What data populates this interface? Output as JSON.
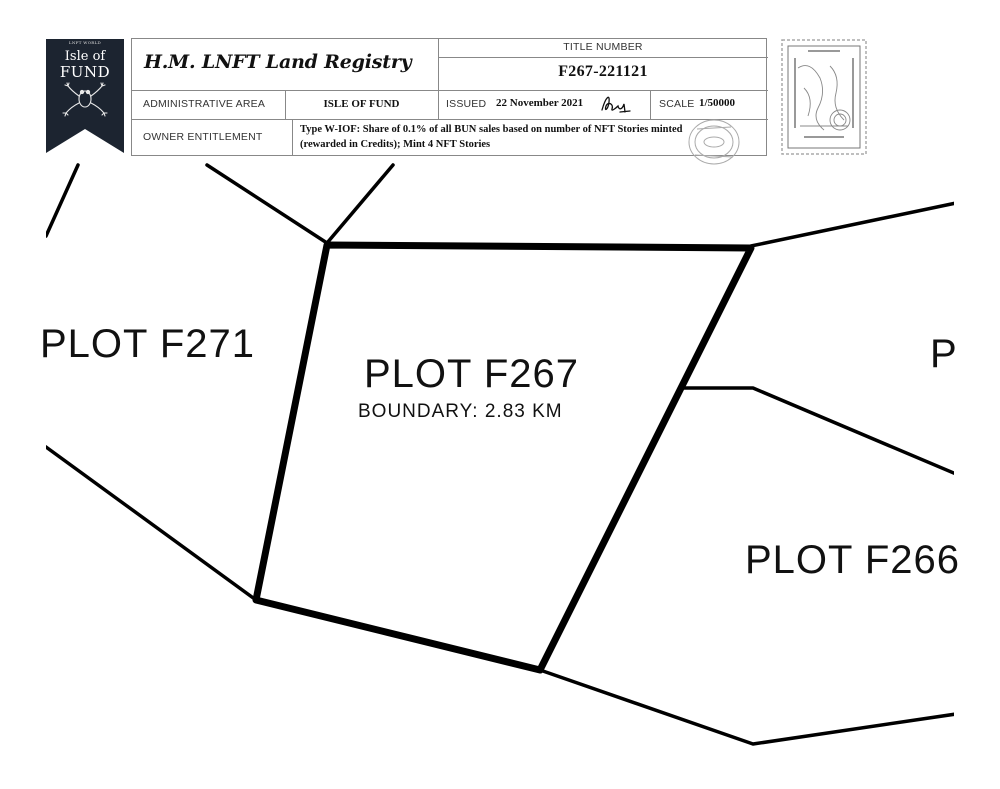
{
  "registry": {
    "title": "H.M. LNFT Land Registry",
    "title_number_label": "TITLE NUMBER",
    "title_number": "F267-221121",
    "admin_area_label": "ADMINISTRATIVE AREA",
    "admin_area": "ISLE OF FUND",
    "issued_label": "ISSUED",
    "issued_date": "22 November 2021",
    "scale_label": "SCALE",
    "scale_value": "1/50000",
    "owner_label": "OWNER ENTITLEMENT",
    "owner_text_line1": "Type W-IOF: Share of 0.1% of all BUN sales based on number of NFT Stories minted",
    "owner_text_line2": "(rewarded in Credits); Mint 4 NFT Stories"
  },
  "badge": {
    "small_text": "LNFT WORLD",
    "line1": "Isle of",
    "line2": "FUND",
    "color": "#1c2430"
  },
  "map": {
    "main_plot": "PLOT F267",
    "main_boundary": "BOUNDARY: 2.83 KM",
    "plot_left": "PLOT F271",
    "plot_right": "PLOT F266",
    "plot_right_top": "P"
  },
  "icons": {
    "signature": "signature-icon",
    "seal": "seal-stamp-icon",
    "postage": "postage-stamp-icon",
    "frog_crest": "frog-crest-icon"
  }
}
